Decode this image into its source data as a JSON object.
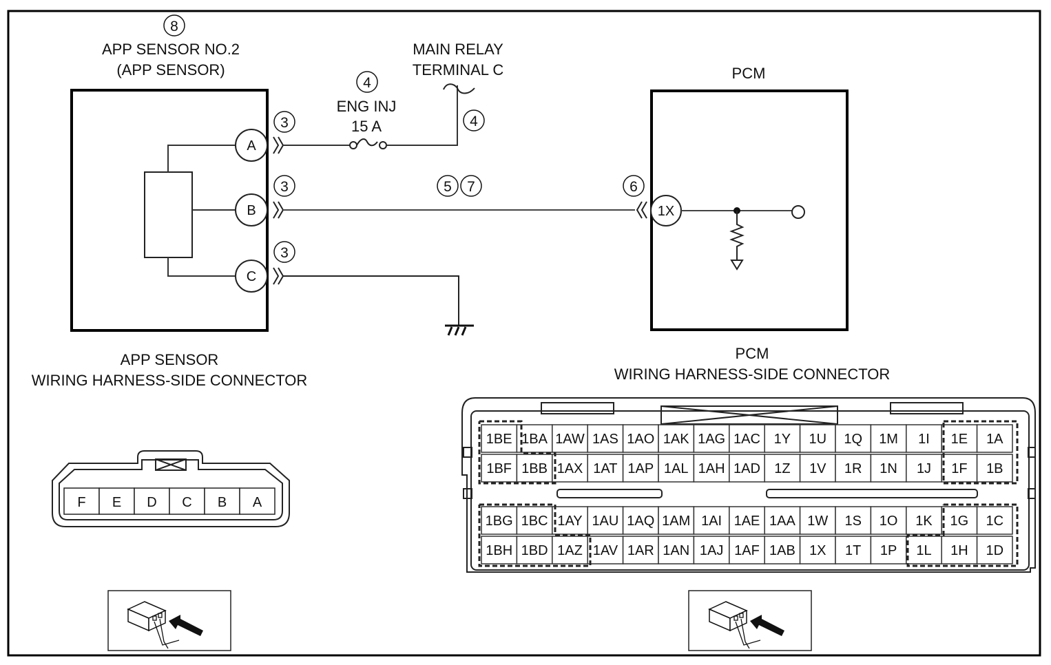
{
  "diagram": {
    "title_index": "8",
    "sensor": {
      "title_line1": "APP SENSOR NO.2",
      "title_line2": "(APP SENSOR)",
      "pins": [
        "A",
        "B",
        "C"
      ],
      "pin_markers": [
        "3",
        "3",
        "3"
      ]
    },
    "fuse": {
      "marker": "4",
      "name": "ENG INJ",
      "rating": "15 A"
    },
    "relay": {
      "line1": "MAIN RELAY",
      "line2": "TERMINAL C",
      "marker": "4"
    },
    "signal_wire_markers": [
      "5",
      "7"
    ],
    "pcm": {
      "title": "PCM",
      "pin": "1X",
      "pin_marker": "6"
    },
    "sensor_connector": {
      "caption_line1": "APP SENSOR",
      "caption_line2": "WIRING HARNESS-SIDE CONNECTOR",
      "terminals": [
        "F",
        "E",
        "D",
        "C",
        "B",
        "A"
      ]
    },
    "pcm_connector": {
      "caption_line1": "PCM",
      "caption_line2": "WIRING HARNESS-SIDE CONNECTOR",
      "rows": [
        [
          "1BE",
          "1BA",
          "1AW",
          "1AS",
          "1AO",
          "1AK",
          "1AG",
          "1AC",
          "1Y",
          "1U",
          "1Q",
          "1M",
          "1I",
          "1E",
          "1A"
        ],
        [
          "1BF",
          "1BB",
          "1AX",
          "1AT",
          "1AP",
          "1AL",
          "1AH",
          "1AD",
          "1Z",
          "1V",
          "1R",
          "1N",
          "1J",
          "1F",
          "1B"
        ],
        [
          "1BG",
          "1BC",
          "1AY",
          "1AU",
          "1AQ",
          "1AM",
          "1AI",
          "1AE",
          "1AA",
          "1W",
          "1S",
          "1O",
          "1K",
          "1G",
          "1C"
        ],
        [
          "1BH",
          "1BD",
          "1AZ",
          "1AV",
          "1AR",
          "1AN",
          "1AJ",
          "1AF",
          "1AB",
          "1X",
          "1T",
          "1P",
          "1L",
          "1H",
          "1D"
        ]
      ]
    },
    "view_icons": [
      "harness-side-view-icon",
      "harness-side-view-icon"
    ]
  }
}
